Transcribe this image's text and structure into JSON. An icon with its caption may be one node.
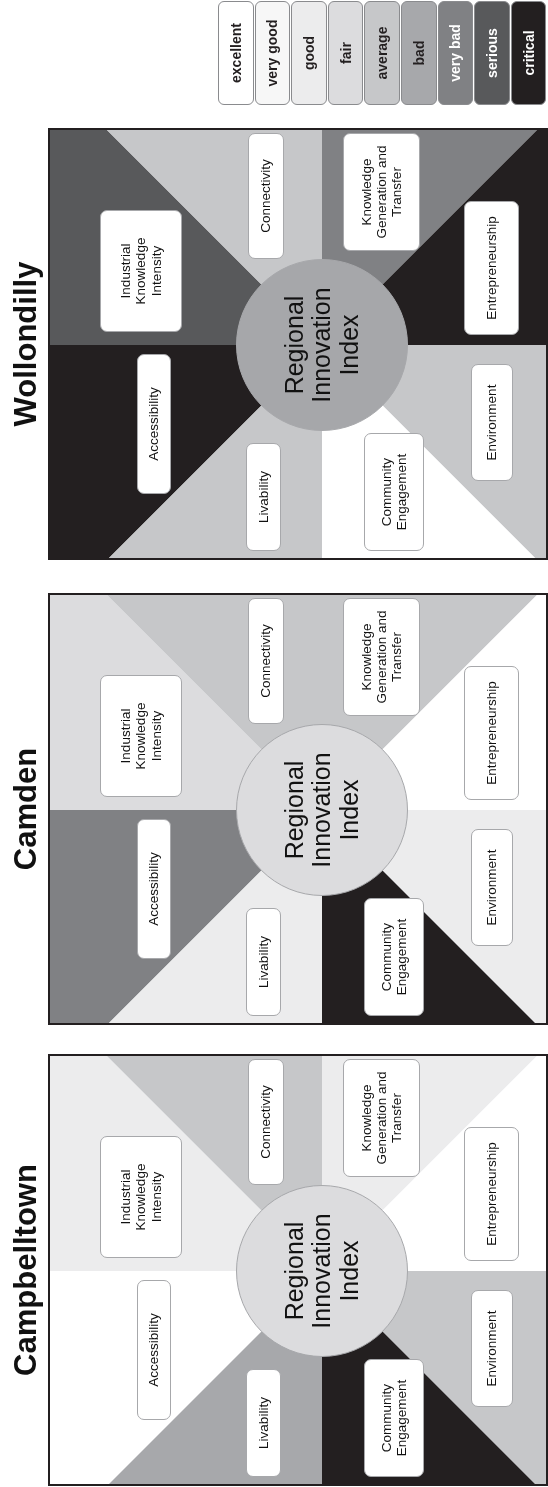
{
  "diagram": {
    "nodes": [
      {
        "text": [
          "Campbelltown"
        ]
      },
      {
        "text": [
          "Regional Innovation Index"
        ],
        "in": 0
      },
      {
        "text": [
          "Accessibility"
        ],
        "in": 0
      },
      {
        "text": [
          "Industrial Knowledge Intensity"
        ],
        "in": 0
      },
      {
        "text": [
          "Connectivity"
        ],
        "in": 0
      },
      {
        "text": [
          "Knowledge Generation and Transfer"
        ],
        "in": 0
      },
      {
        "text": [
          "Entrepreneurship"
        ],
        "in": 0
      },
      {
        "text": [
          "Environment"
        ],
        "in": 0
      },
      {
        "text": [
          "Community Engagement"
        ],
        "in": 0
      },
      {
        "text": [
          "Livability"
        ],
        "in": 0
      },
      {
        "text": [
          "Camden"
        ]
      },
      {
        "text": [
          "Regional Innovation Index"
        ],
        "in": 10
      },
      {
        "text": [
          "Accessibility"
        ],
        "in": 10
      },
      {
        "text": [
          "Industrial Knowledge Intensity"
        ],
        "in": 10
      },
      {
        "text": [
          "Connectivity"
        ],
        "in": 10
      },
      {
        "text": [
          "Knowledge Generation and Transfer"
        ],
        "in": 10
      },
      {
        "text": [
          "Entrepreneurship"
        ],
        "in": 10
      },
      {
        "text": [
          "Environment"
        ],
        "in": 10
      },
      {
        "text": [
          "Community Engagement"
        ],
        "in": 10
      },
      {
        "text": [
          "Livability"
        ],
        "in": 10
      },
      {
        "text": [
          "Wollondilly"
        ]
      },
      {
        "text": [
          "Regional Innovation Index"
        ],
        "in": 20
      },
      {
        "text": [
          "Accessibility"
        ],
        "in": 20
      },
      {
        "text": [
          "Industrial Knowledge Intensity"
        ],
        "in": 20
      },
      {
        "text": [
          "Connectivity"
        ],
        "in": 20
      },
      {
        "text": [
          "Knowledge Generation and Transfer"
        ],
        "in": 20
      },
      {
        "text": [
          "Entrepreneurship"
        ],
        "in": 20
      },
      {
        "text": [
          "Environment"
        ],
        "in": 20
      },
      {
        "text": [
          "Community Engagement"
        ],
        "in": 20
      },
      {
        "text": [
          "Livability"
        ],
        "in": 20
      }
    ],
    "legend": [
      {
        "text": "excellent",
        "color": "#ffffff"
      },
      {
        "text": "very good",
        "color": "#f7f7f7"
      },
      {
        "text": "good",
        "color": "#ececed"
      },
      {
        "text": "fair",
        "color": "#dcdcde"
      },
      {
        "text": "average",
        "color": "#c6c7c9"
      },
      {
        "text": "bad",
        "color": "#a7a8ab"
      },
      {
        "text": "very bad",
        "color": "#808184"
      },
      {
        "text": "serious",
        "color": "#58595b"
      },
      {
        "text": "critical",
        "color": "#231f20"
      }
    ]
  }
}
